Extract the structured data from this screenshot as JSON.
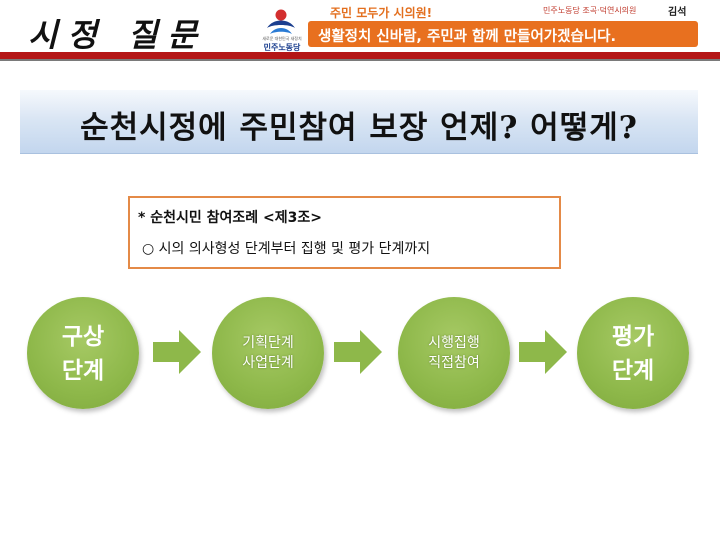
{
  "header": {
    "title": "시정 질문",
    "logo": {
      "icon": "party-logo-icon",
      "subtext": "새로운 대한민국 새정치",
      "name": "민주노동당"
    },
    "slogan_small": "주민 모두가 시의원!",
    "party_line": "민주노동당 조곡·덕연시의원",
    "person_name": "김석",
    "slogan_main": "생활정치 신바람, 주민과 함께 만들어가겠습니다."
  },
  "question": {
    "text": "순천시정에  주민참여 보장  언제? 어떻게?"
  },
  "ordinance": {
    "title": "* 순천시민 참여조례 <제3조>",
    "bullet": "○",
    "line": "시의 의사형성 단계부터 집행 및 평가 단계까지"
  },
  "process": {
    "steps": [
      {
        "line1": "구상",
        "line2": "단계"
      },
      {
        "line1": "기획단계",
        "line2": "사업단계"
      },
      {
        "line1": "시행집행",
        "line2": "직접참여"
      },
      {
        "line1": "평가",
        "line2": "단계"
      }
    ],
    "arrow_icon": "arrow-right-icon"
  },
  "colors": {
    "header_rule": "#b41616",
    "slogan_bar": "#e8701f",
    "slogan_small": "#e36f1e",
    "banner": "#c3d6ee",
    "ordinance_border": "#e48a47",
    "circle": "#8eb84a",
    "arrow": "#8eb84a"
  }
}
